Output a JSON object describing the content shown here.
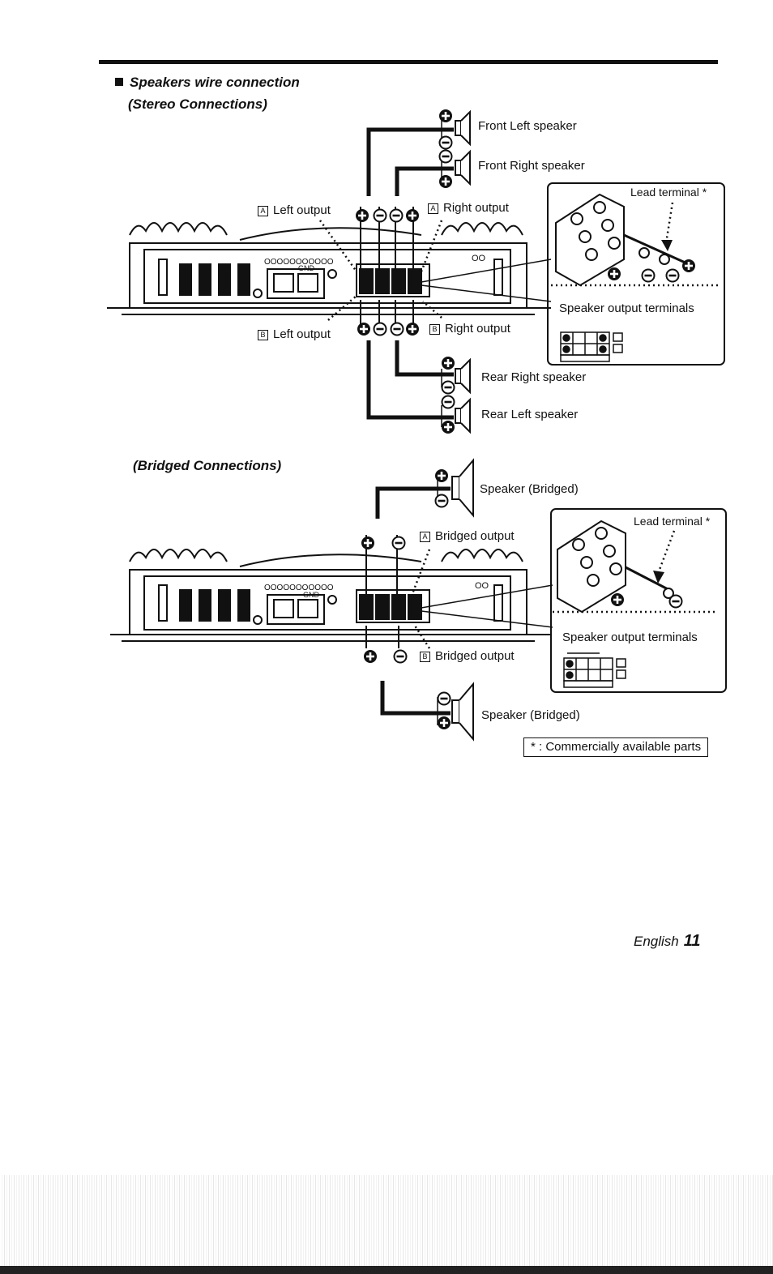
{
  "section": {
    "title": "Speakers wire connection",
    "stereo_title": "(Stereo Connections)",
    "bridged_title": "(Bridged Connections)"
  },
  "stereo": {
    "front_left_speaker": "Front Left speaker",
    "front_right_speaker": "Front Right speaker",
    "rear_right_speaker": "Rear Right speaker",
    "rear_left_speaker": "Rear Left speaker",
    "a_left_output": "Left output",
    "a_right_output": "Right output",
    "b_left_output": "Left output",
    "b_right_output": "Right output",
    "lead_terminal": "Lead terminal *",
    "speaker_output_terminals": "Speaker output terminals",
    "box_a": "A",
    "box_b": "B"
  },
  "bridged": {
    "speaker_top": "Speaker (Bridged)",
    "speaker_bottom": "Speaker (Bridged)",
    "a_bridged_output": "Bridged output",
    "b_bridged_output": "Bridged output",
    "lead_terminal": "Lead terminal *",
    "speaker_output_terminals": "Speaker output terminals",
    "box_a": "A",
    "box_b": "B"
  },
  "note": "* : Commercially available parts",
  "footer": {
    "language": "English",
    "page_number": "11"
  },
  "icons": [
    "plus-terminal-icon",
    "minus-terminal-icon",
    "speaker-icon",
    "amplifier-illustration",
    "lead-terminal-illustration"
  ]
}
